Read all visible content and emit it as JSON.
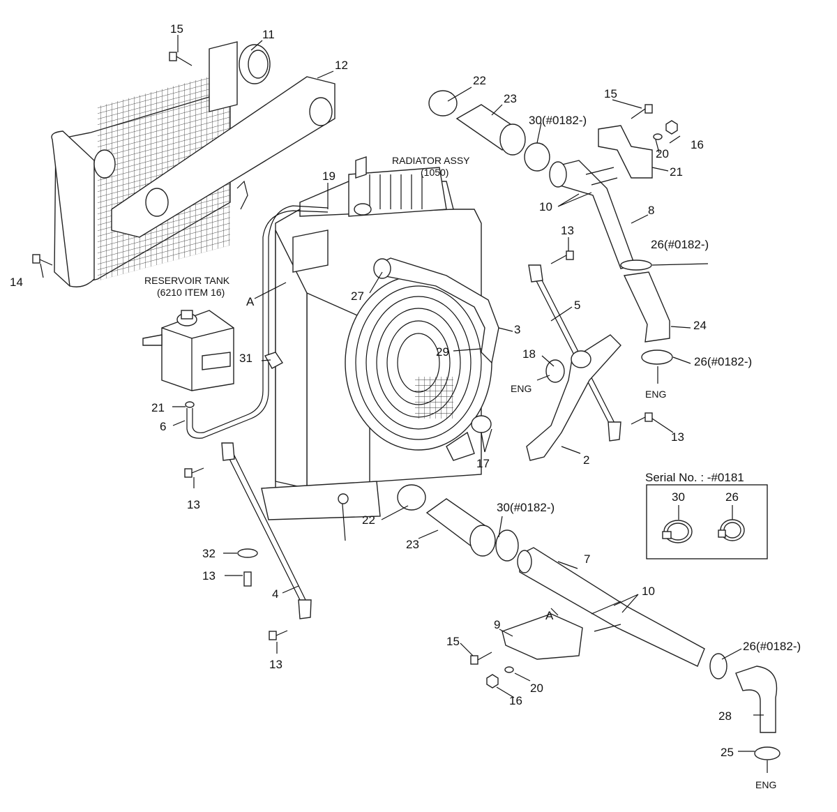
{
  "labels": {
    "radiator_assy": "RADIATOR ASSY",
    "radiator_assy_ref": "(1050)",
    "reservoir_tank": "RESERVOIR TANK",
    "reservoir_tank_ref": "(6210 ITEM 16)",
    "eng": "ENG",
    "view_a": "A",
    "serial_box_title": "Serial No. : -#0181"
  },
  "callouts": {
    "c15a": "15",
    "c11": "11",
    "c12": "12",
    "c14": "14",
    "c22a": "22",
    "c23a": "23",
    "c30a": "30(#0182-)",
    "c15b": "15",
    "c16a": "16",
    "c20a": "20",
    "c21a": "21",
    "c19": "19",
    "c10a": "10",
    "c8": "8",
    "c26a": "26(#0182-)",
    "c13a": "13",
    "c27": "27",
    "c5": "5",
    "c3": "3",
    "c24": "24",
    "c31": "31",
    "c29": "29",
    "c18": "18",
    "c26b": "26(#0182-)",
    "c21b": "21",
    "c6": "6",
    "c13b": "13",
    "c2": "2",
    "c17": "17",
    "c13c": "13",
    "c22b": "22",
    "c30b": "30(#0182-)",
    "c23b": "23",
    "c32": "32",
    "c13d": "13",
    "c7": "7",
    "c10b": "10",
    "c4": "4",
    "c9": "9",
    "c15c": "15",
    "c20b": "20",
    "c16b": "16",
    "c26c": "26(#0182-)",
    "c13e": "13",
    "c28": "28",
    "c25": "25",
    "s30": "30",
    "s26": "26"
  }
}
